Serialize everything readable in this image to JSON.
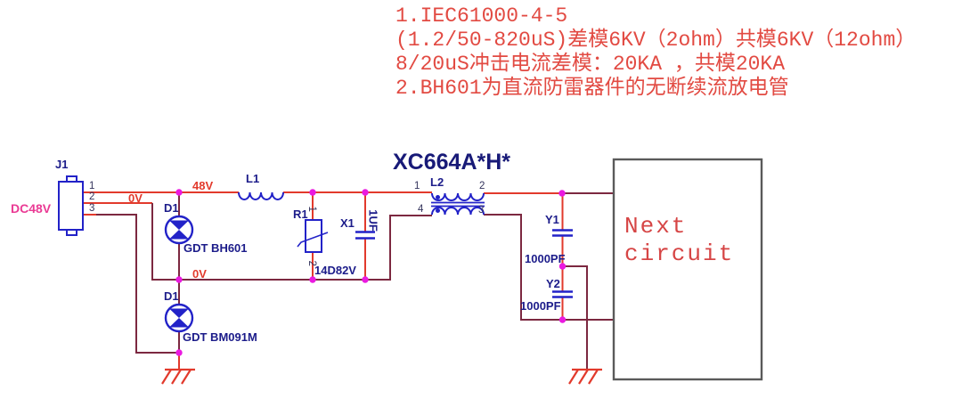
{
  "annotation": {
    "lines": [
      "1.IEC61000-4-5",
      "(1.2/50-820uS)差模6KV（2ohm）共模6KV（12ohm）",
      "8/20uS冲击电流差模：20KA ，共模20KA",
      "2.BH601为直流防雷器件的无断续流放电管"
    ]
  },
  "title": "XC664A*H*",
  "connector_j1": {
    "ref": "J1",
    "net": "DC48V",
    "pin1": "1",
    "pin2": "2",
    "pin3": "3"
  },
  "net_labels": {
    "v48": "48V",
    "v0_input": "0V",
    "v0_rail": "0V"
  },
  "gdt1": {
    "ref": "D1",
    "name": "GDT BH601"
  },
  "gdt2": {
    "ref": "D1",
    "name": "GDT BM091M"
  },
  "l1": {
    "ref": "L1"
  },
  "r1": {
    "ref": "R1",
    "value": "14D82V",
    "pin_top": "1",
    "pin_bottom": "2"
  },
  "x1": {
    "ref": "X1",
    "value": "1UF"
  },
  "l2": {
    "ref": "L2",
    "pin1": "1",
    "pin2": "2",
    "pin3": "3",
    "pin4": "4"
  },
  "y1": {
    "ref": "Y1",
    "value": "1000PF"
  },
  "y2": {
    "ref": "Y2",
    "value": "1000PF"
  },
  "next_block": {
    "word1": "Next",
    "word2": "circuit"
  },
  "colors": {
    "wire_hot": "#e23a2c",
    "wire_return": "#7c2840",
    "junction_dot": "#ea1ae0",
    "component_blue": "#2222c8",
    "ref_label": "#1c1c8a",
    "net_label_red": "#e23a2c",
    "title_navy": "#181a78",
    "annotation_red": "#e24a42",
    "connector_net_magenta": "#ea3a94",
    "box_border_gray": "#5a5a5a",
    "next_text_red": "#d64545",
    "ground_red": "#e23a2c"
  }
}
